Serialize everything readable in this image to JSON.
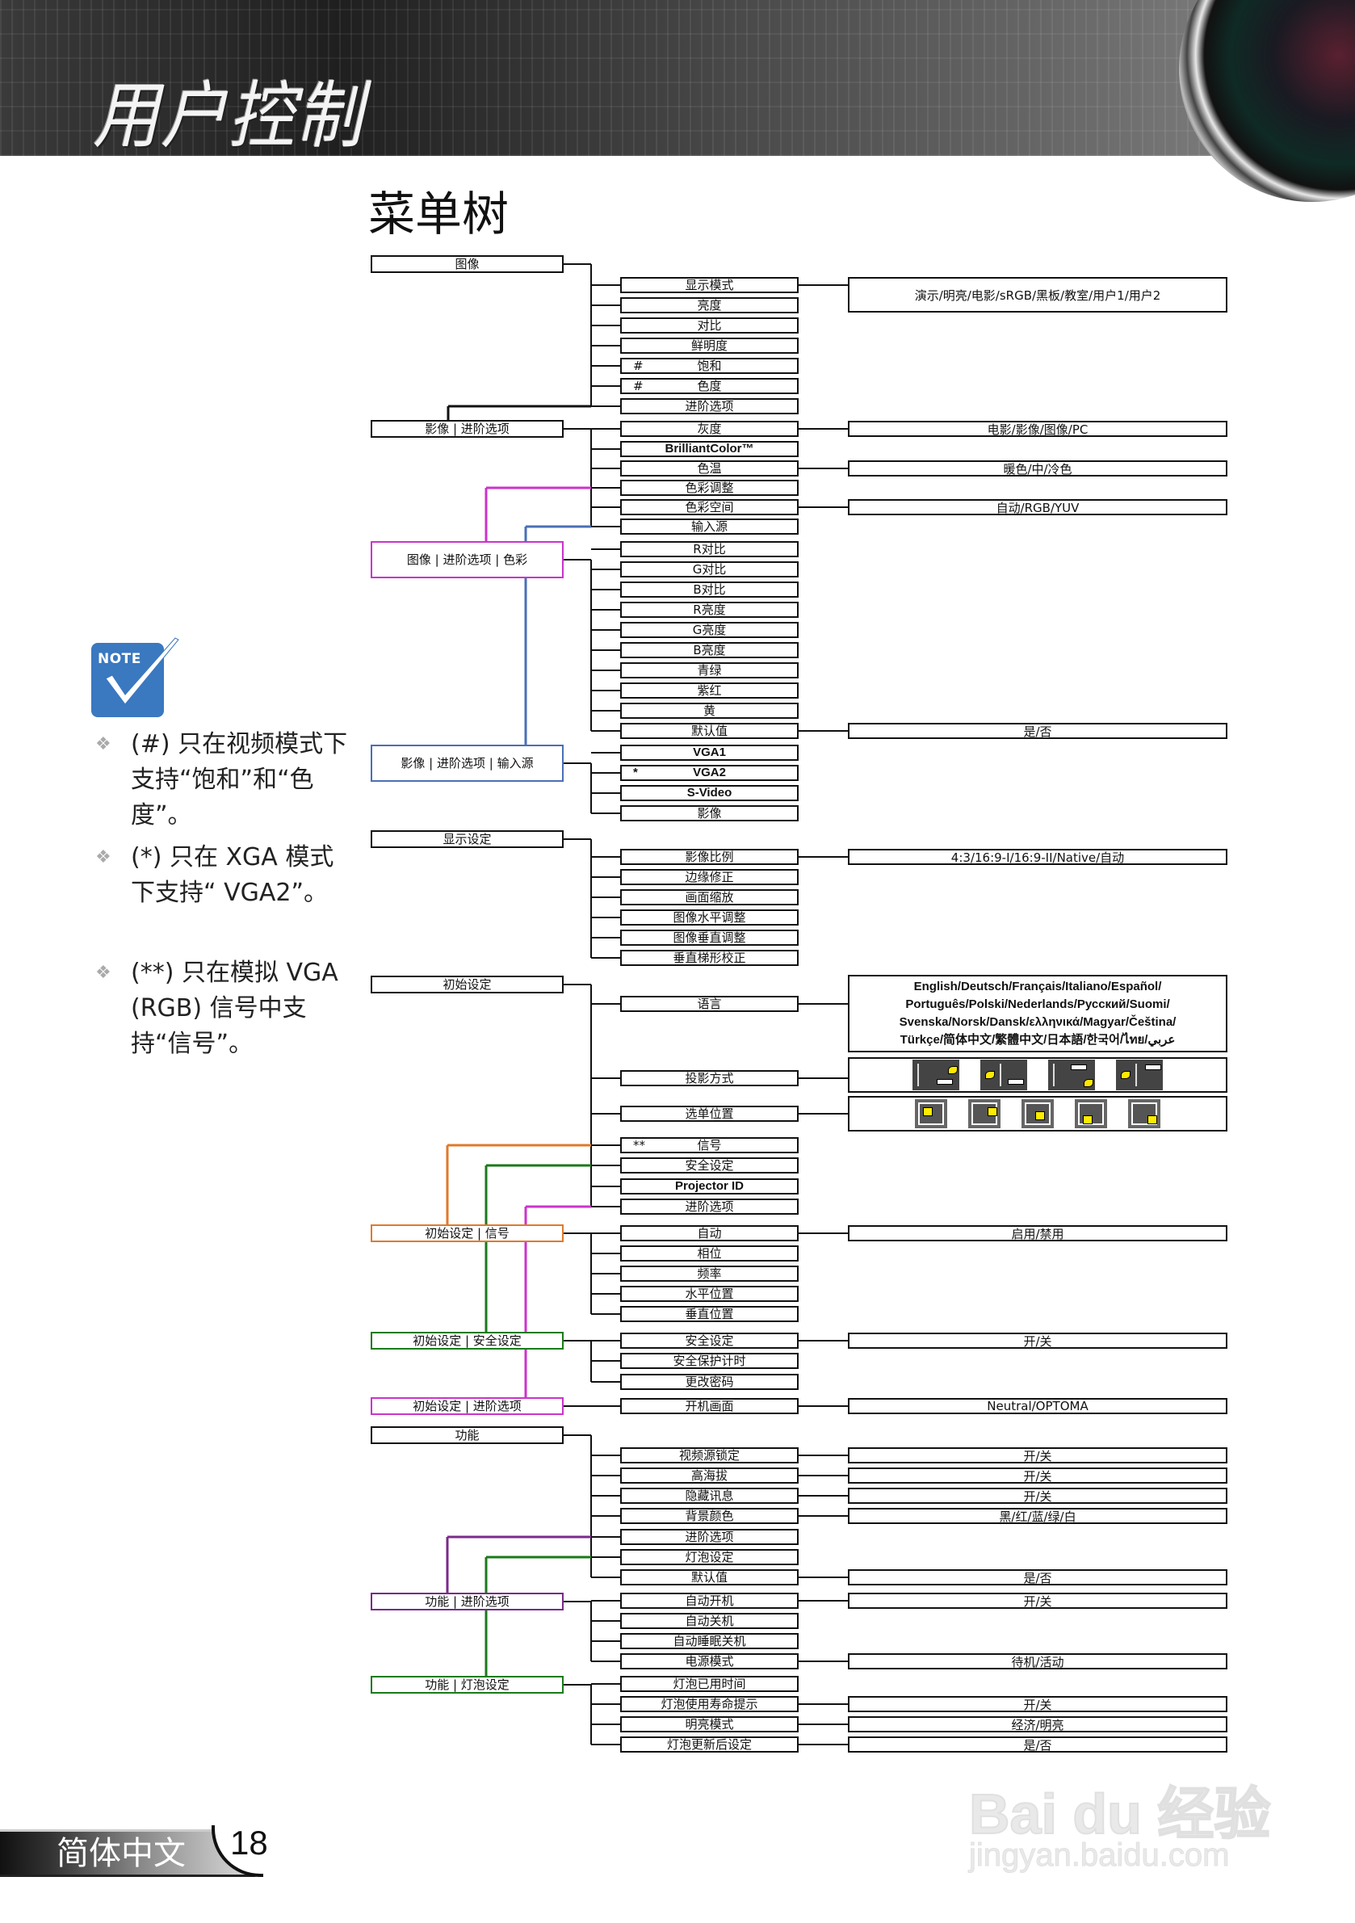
{
  "header": {
    "title": "用户控制"
  },
  "section_title": "菜单树",
  "colors": {
    "magenta": "#cc33cc",
    "blue": "#4a6fb5",
    "orange": "#e07a2a",
    "green": "#1a7a1a",
    "purple": "#7a2a8a",
    "note_blue": "#3a78c0"
  },
  "note": {
    "icon_label": "NOTE",
    "items": [
      {
        "bullet": "❖",
        "text": "(#) 只在视频模式下支持“饱和”和“色度”。"
      },
      {
        "bullet": "❖",
        "text": "(*) 只在 XGA 模式下支持“ VGA2”。"
      },
      {
        "bullet": "❖",
        "text": "(**) 只在模拟 VGA (RGB) 信号中支持“信号”。"
      }
    ]
  },
  "menu": {
    "groups": [
      {
        "id": "image",
        "label": "图像",
        "color": "black",
        "items": [
          {
            "label": "显示模式",
            "options": "演示/明亮/电影/sRGB/黑板/教室/用户1/用户2"
          },
          {
            "label": "亮度"
          },
          {
            "label": "对比"
          },
          {
            "label": "鲜明度"
          },
          {
            "label": "饱和",
            "mark": "#"
          },
          {
            "label": "色度",
            "mark": "#"
          },
          {
            "label": "进阶选项"
          }
        ]
      },
      {
        "id": "image-adv",
        "label": "影像 | 进阶选项",
        "color": "black",
        "items": [
          {
            "label": "灰度",
            "options": "电影/影像/图像/PC"
          },
          {
            "label": "BrilliantColor™",
            "bold": true
          },
          {
            "label": "色温",
            "options": "暖色/中/冷色"
          },
          {
            "label": "色彩调整"
          },
          {
            "label": "色彩空间",
            "options": "自动/RGB/YUV"
          },
          {
            "label": "输入源"
          }
        ]
      },
      {
        "id": "image-adv-color",
        "label": "图像 | 进阶选项 | 色彩",
        "color": "magenta",
        "items": [
          {
            "label": "R对比"
          },
          {
            "label": "G对比"
          },
          {
            "label": "B对比"
          },
          {
            "label": "R亮度"
          },
          {
            "label": "G亮度"
          },
          {
            "label": "B亮度"
          },
          {
            "label": "青绿"
          },
          {
            "label": "紫红"
          },
          {
            "label": "黄"
          },
          {
            "label": "默认值",
            "options": "是/否"
          }
        ]
      },
      {
        "id": "image-adv-input",
        "label": "影像 | 进阶选项 | 输入源",
        "color": "blue",
        "items": [
          {
            "label": "VGA1",
            "bold": true
          },
          {
            "label": "VGA2",
            "bold": true,
            "mark": "*"
          },
          {
            "label": "S-Video",
            "bold": true
          },
          {
            "label": "影像"
          }
        ]
      },
      {
        "id": "display",
        "label": "显示设定",
        "color": "black",
        "items": [
          {
            "label": "影像比例",
            "options": "4:3/16:9-I/16:9-II/Native/自动"
          },
          {
            "label": "边缘修正"
          },
          {
            "label": "画面缩放"
          },
          {
            "label": "图像水平调整"
          },
          {
            "label": "图像垂直调整"
          },
          {
            "label": "垂直梯形校正"
          }
        ]
      },
      {
        "id": "setup",
        "label": "初始设定",
        "color": "black",
        "items": [
          {
            "label": "语言",
            "options_lines": [
              "English/Deutsch/Français/Italiano/Español/",
              "Português/Polski/Nederlands/Русский/Suomi/",
              "Svenska/Norsk/Dansk/ελληνικά/Magyar/Čeština/",
              "Türkçe/简体中文/繁體中文/日本語/한국어/ไทย/عربي"
            ]
          },
          {
            "label": "投影方式",
            "icons": "projection",
            "icon_names": [
              "front-desktop-icon",
              "rear-desktop-icon",
              "front-ceiling-icon",
              "rear-ceiling-icon"
            ]
          },
          {
            "label": "选单位置",
            "icons": "menu-position",
            "icon_names": [
              "top-left-icon",
              "top-right-icon",
              "center-icon",
              "bottom-left-icon",
              "bottom-right-icon"
            ]
          },
          {
            "label": "信号",
            "mark": "**"
          },
          {
            "label": "安全设定"
          },
          {
            "label": "Projector ID",
            "bold": true
          },
          {
            "label": "进阶选项"
          }
        ]
      },
      {
        "id": "setup-signal",
        "label": "初始设定 | 信号",
        "color": "orange",
        "items": [
          {
            "label": "自动",
            "options": "启用/禁用"
          },
          {
            "label": "相位"
          },
          {
            "label": "频率"
          },
          {
            "label": "水平位置"
          },
          {
            "label": "垂直位置"
          }
        ]
      },
      {
        "id": "setup-security",
        "label": "初始设定 | 安全设定",
        "color": "green",
        "items": [
          {
            "label": "安全设定",
            "options": "开/关"
          },
          {
            "label": "安全保护计时"
          },
          {
            "label": "更改密码"
          }
        ]
      },
      {
        "id": "setup-adv",
        "label": "初始设定 | 进阶选项",
        "color": "magenta",
        "items": [
          {
            "label": "开机画面",
            "options": "Neutral/OPTOMA"
          }
        ]
      },
      {
        "id": "options",
        "label": "功能",
        "color": "black",
        "items": [
          {
            "label": "视频源锁定",
            "options": "开/关"
          },
          {
            "label": "高海拔",
            "options": "开/关"
          },
          {
            "label": "隐藏讯息",
            "options": "开/关"
          },
          {
            "label": "背景颜色",
            "options": "黑/红/蓝/绿/白"
          },
          {
            "label": "进阶选项"
          },
          {
            "label": "灯泡设定"
          },
          {
            "label": "默认值",
            "options": "是/否"
          }
        ]
      },
      {
        "id": "options-adv",
        "label": "功能 | 进阶选项",
        "color": "purple",
        "items": [
          {
            "label": "自动开机",
            "options": "开/关"
          },
          {
            "label": "自动关机"
          },
          {
            "label": "自动睡眠关机"
          },
          {
            "label": "电源模式",
            "options": "待机/活动"
          }
        ]
      },
      {
        "id": "options-lamp",
        "label": "功能 | 灯泡设定",
        "color": "green",
        "items": [
          {
            "label": "灯泡已用时间"
          },
          {
            "label": "灯泡使用寿命提示",
            "options": "开/关"
          },
          {
            "label": "明亮模式",
            "options": "经济/明亮"
          },
          {
            "label": "灯泡更新后设定",
            "options": "是/否"
          }
        ]
      }
    ]
  },
  "footer": {
    "language": "简体中文",
    "page_number": "18"
  },
  "watermark": {
    "brand": "Bai du 经验",
    "url": "jingyan.baidu.com"
  }
}
